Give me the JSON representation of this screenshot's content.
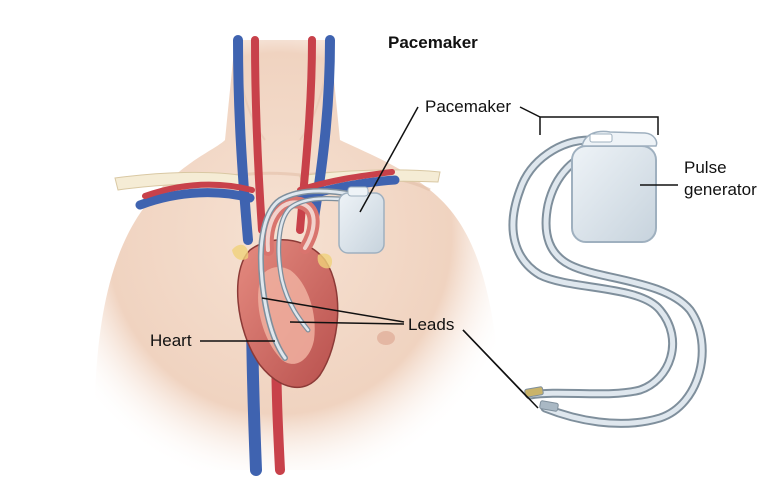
{
  "title": "Pacemaker",
  "labels": {
    "pacemaker": "Pacemaker",
    "pulse_generator_line1": "Pulse",
    "pulse_generator_line2": "generator",
    "leads": "Leads",
    "heart": "Heart"
  },
  "colors": {
    "skin": "#f3d9c8",
    "skin_shadow": "#e6c2ad",
    "artery": "#c8414a",
    "vein": "#3f63b0",
    "device": "#dfe7ee",
    "device_edge": "#9fb0bf",
    "lead": "#c9d4dc",
    "lead_edge": "#7f8f9c",
    "heart_muscle": "#d9746e",
    "heart_inner": "#f0b0a0",
    "leader_line": "#111111"
  }
}
